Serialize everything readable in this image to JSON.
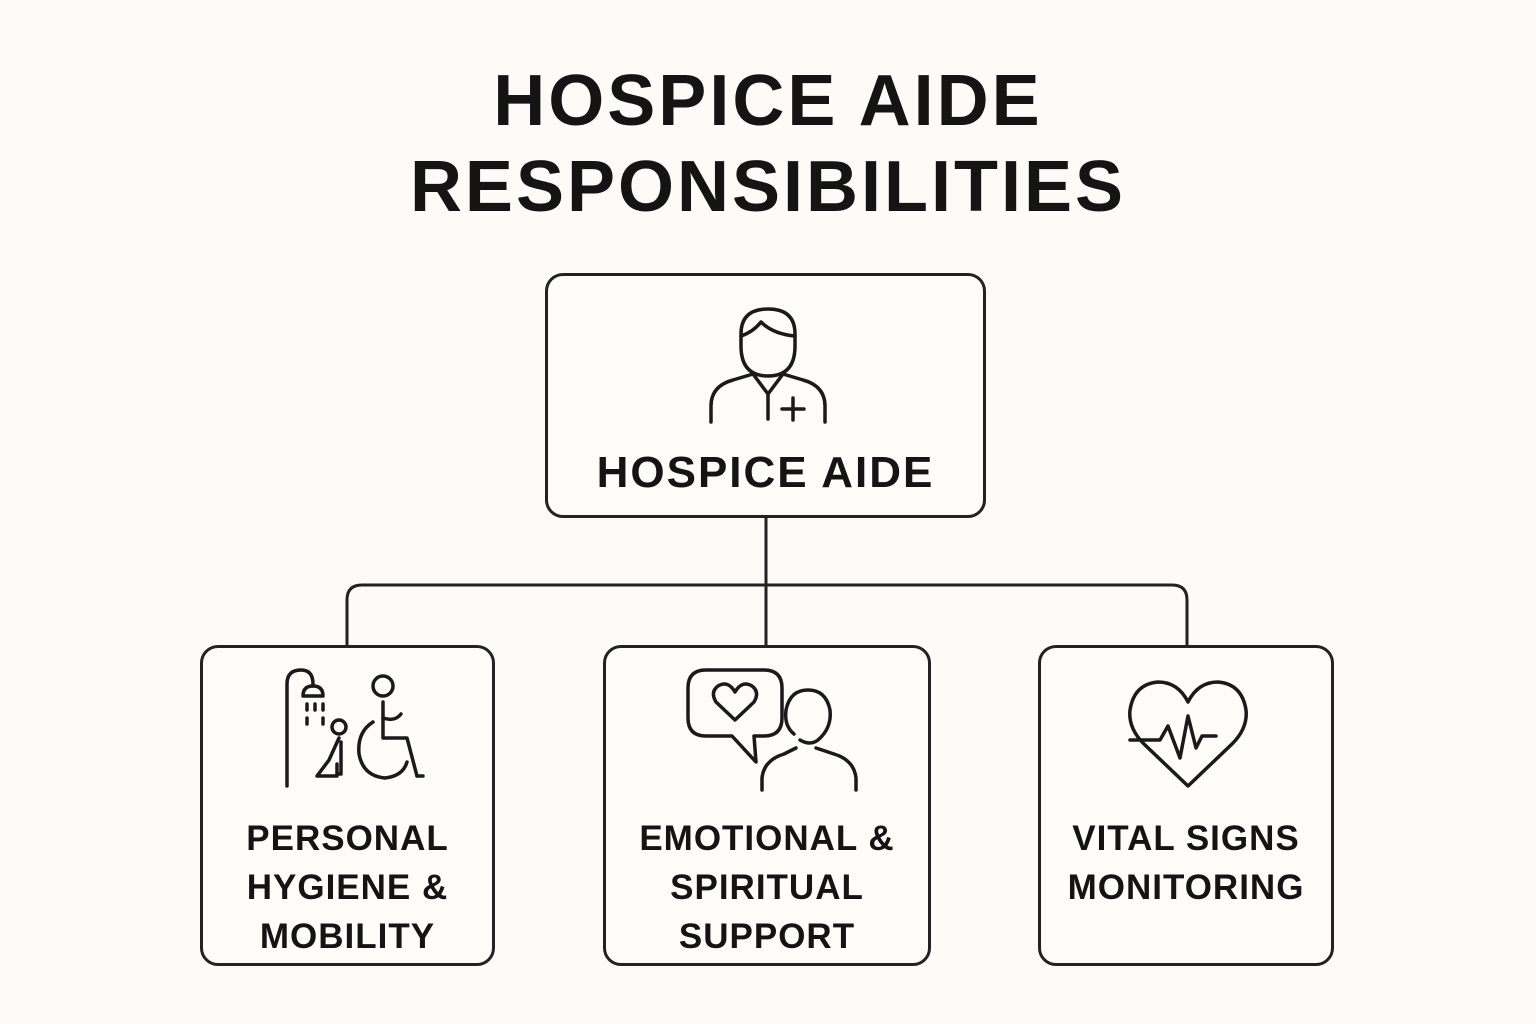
{
  "title": {
    "line1": "HOSPICE AIDE",
    "line2": "RESPONSIBILITIES"
  },
  "root": {
    "label": "HOSPICE AIDE",
    "icon": "caregiver-icon"
  },
  "children": [
    {
      "lines": [
        "PERSONAL",
        "HYGIENE &",
        "MOBILITY"
      ],
      "icon": "shower-wheelchair-icon"
    },
    {
      "lines": [
        "EMOTIONAL &",
        "SPIRITUAL",
        "SUPPORT"
      ],
      "icon": "speech-heart-person-icon"
    },
    {
      "lines": [
        "VITAL SIGNS",
        "MONITORING"
      ],
      "icon": "heart-pulse-icon"
    }
  ],
  "colors": {
    "background": "#fcfbf7",
    "stroke": "#222222",
    "text": "#141414"
  }
}
